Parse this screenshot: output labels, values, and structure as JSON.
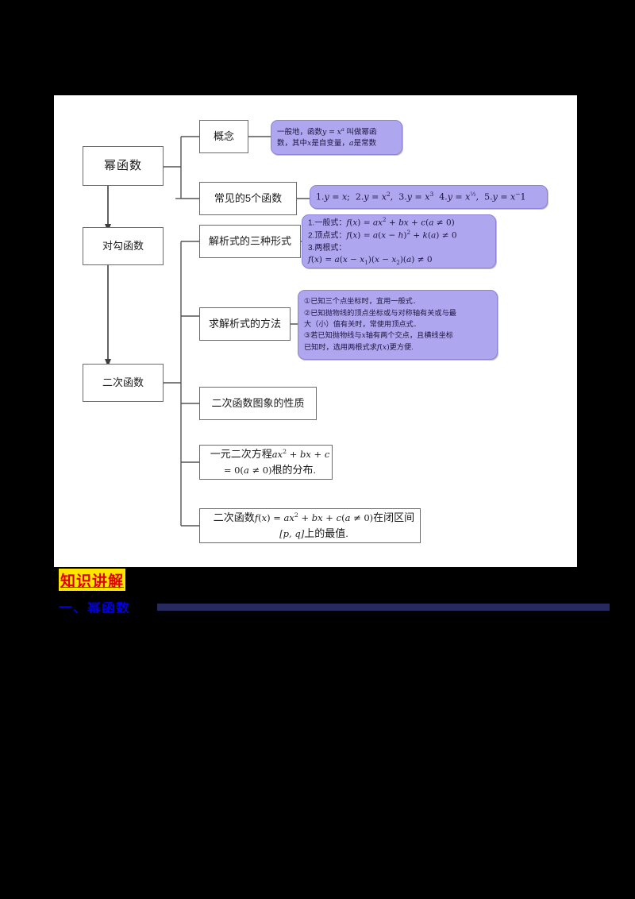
{
  "document": {
    "page_background": "#ffffff",
    "canvas_background": "#000000",
    "accent_purple": "#afa6f0",
    "node_border": "#6b6b6b"
  },
  "mindmap": {
    "roots": [
      {
        "id": "power-function",
        "label": "幂函数"
      },
      {
        "id": "hook-function",
        "label": "对勾函数"
      },
      {
        "id": "quadratic-function",
        "label": "二次函数"
      }
    ],
    "branches": [
      {
        "id": "concept",
        "label": "概念"
      },
      {
        "id": "five-common-functions",
        "label": "常见的5个函数"
      },
      {
        "id": "three-forms",
        "label": "解析式的三种形式"
      },
      {
        "id": "methods-to-find",
        "label": "求解析式的方法"
      },
      {
        "id": "graph-properties",
        "label": "二次函数图象的性质"
      }
    ],
    "wide_statements": [
      {
        "id": "root-distribution",
        "segments": [
          {
            "t": "一元二次方程",
            "k": "cn"
          },
          {
            "t": "ax",
            "k": "mi"
          },
          {
            "t": "2",
            "k": "sup"
          },
          {
            "t": " + ",
            "k": "mn"
          },
          {
            "t": "bx",
            "k": "mi"
          },
          {
            "t": " + ",
            "k": "mn"
          },
          {
            "t": "c",
            "k": "mi"
          },
          {
            "t": " = 0(",
            "k": "mn"
          },
          {
            "t": "a",
            "k": "mi"
          },
          {
            "t": " ≠ 0)",
            "k": "mn"
          },
          {
            "t": "根的分布.",
            "k": "cn"
          }
        ],
        "plain": "一元二次方程ax² + bx + c = 0(a ≠ 0)根的分布."
      },
      {
        "id": "max-min-closed-interval",
        "segments": [
          {
            "t": "二次函数",
            "k": "cn"
          },
          {
            "t": "f",
            "k": "mi"
          },
          {
            "t": "(",
            "k": "mn"
          },
          {
            "t": "x",
            "k": "mi"
          },
          {
            "t": ") = ",
            "k": "mn"
          },
          {
            "t": "ax",
            "k": "mi"
          },
          {
            "t": "2",
            "k": "sup"
          },
          {
            "t": " + ",
            "k": "mn"
          },
          {
            "t": "bx",
            "k": "mi"
          },
          {
            "t": " + ",
            "k": "mn"
          },
          {
            "t": "c",
            "k": "mi"
          },
          {
            "t": "(",
            "k": "mn"
          },
          {
            "t": "a",
            "k": "mi"
          },
          {
            "t": " ≠ 0)",
            "k": "mn"
          },
          {
            "t": "在闭区间",
            "k": "cn"
          },
          {
            "t": "[p, q]",
            "k": "mi"
          },
          {
            "t": "上的最值.",
            "k": "cn"
          }
        ],
        "plain": "二次函数f(x) = ax² + bx + c(a ≠ 0)在闭区间[p, q]上的最值."
      }
    ],
    "callouts": [
      {
        "id": "concept-definition",
        "lines": [
          "一般地，函数y = x^a 叫做幂函",
          "数，其中x是自变量，a是常数"
        ]
      },
      {
        "id": "five-functions-list",
        "lines": [
          "1.y = x;  2.y = x²,  3.y = x³  4.y = x^(1/2),  5.y = x^(−1)"
        ]
      },
      {
        "id": "three-forms-detail",
        "lines": [
          "1.一般式：f(x) = ax² + bx + c(a ≠ 0)",
          "2.顶点式：f(x) = a(x − h)² + k(a) ≠ 0",
          "3.两根式：",
          "f(x) = a(x − x₁)(x − x₂)(a) ≠ 0"
        ]
      },
      {
        "id": "methods-detail",
        "lines": [
          "①已知三个点坐标时，宜用一般式．",
          "②已知抛物线的顶点坐标或与对称轴有关或与最",
          "大（小）值有关时，常使用顶点式．",
          "③若已知抛物线与x轴有两个交点，且横线坐标",
          "已知时，选用两根式求f(x)更方便."
        ]
      }
    ]
  },
  "heading": {
    "section_title": "知识讲解",
    "section_title_color": "#e00000",
    "highlight_color": "#ffe500",
    "subheading": "一、幂函数",
    "subheading_color": "#0000e0"
  }
}
